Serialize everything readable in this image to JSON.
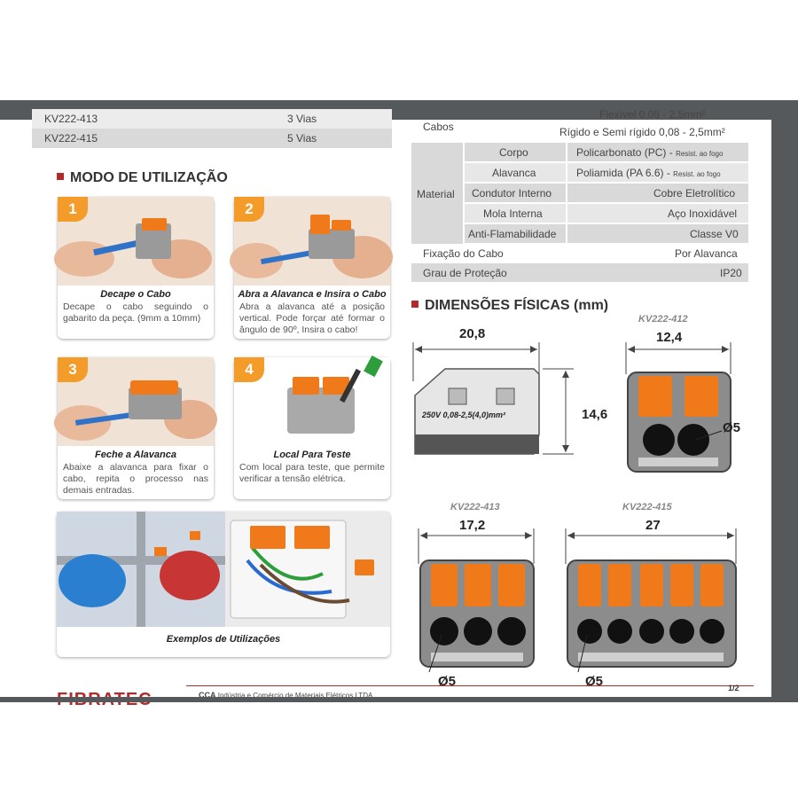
{
  "models": [
    {
      "code": "KV222-413",
      "ways": "3 Vias"
    },
    {
      "code": "KV222-415",
      "ways": "5 Vias"
    }
  ],
  "usage": {
    "title": "MODO DE UTILIZAÇÃO",
    "steps": [
      {
        "num": "1",
        "title": "Decape o Cabo",
        "text": "Decape o cabo seguindo o gabarito da peça. (9mm a 10mm)"
      },
      {
        "num": "2",
        "title": "Abra a Alavanca e Insira o Cabo",
        "text": "Abra a alavanca até a posição vertical. Pode forçar até formar o ângulo de 90º, Insira o cabo!"
      },
      {
        "num": "3",
        "title": "Feche a Alavanca",
        "text": "Abaixe a alavanca para fixar o cabo, repita o processo nas demais entradas."
      },
      {
        "num": "4",
        "title": "Local Para Teste",
        "text": "Com local para teste, que permite verificar a tensão elétrica."
      }
    ],
    "examples_title": "Exemplos de Utilizações"
  },
  "spec": {
    "cabos_label": "Cabos",
    "cabos_flex": "Flexível 0,08 - 2,5mm²",
    "cabos_rigid": "Rígido e Semi rígido 0,08 - 2,5mm²",
    "material_label": "Material",
    "material_rows": [
      {
        "label": "Corpo",
        "value": "Policarbonato (PC) -",
        "note": "Resist. ao fogo"
      },
      {
        "label": "Alavanca",
        "value": "Poliamida (PA 6.6) -",
        "note": "Resist. ao fogo"
      },
      {
        "label": "Condutor Interno",
        "value": "Cobre Eletrolítico",
        "note": ""
      },
      {
        "label": "Mola Interna",
        "value": "Aço Inoxidável",
        "note": ""
      },
      {
        "label": "Anti-Flamabilidade",
        "value": "Classe V0",
        "note": ""
      }
    ],
    "fixacao_label": "Fixação do Cabo",
    "fixacao_value": "Por Alavanca",
    "protecao_label": "Grau de Proteção",
    "protecao_value": "IP20"
  },
  "dims": {
    "title": "DIMENSÕES FÍSICAS (mm)",
    "side_width": "20,8",
    "side_height": "14,6",
    "side_marking": "250V 0,08-2,5(4,0)mm²",
    "m412_label": "KV222-412",
    "m412_width": "12,4",
    "m412_hole": "Ø5",
    "m413_label": "KV222-413",
    "m413_width": "17,2",
    "m413_hole": "Ø5",
    "m415_label": "KV222-415",
    "m415_width": "27",
    "m415_hole": "Ø5"
  },
  "footer": {
    "brand": "FIBRATEC",
    "company_prefix": "CCA",
    "company": " Indústria e Comércio de Materiais Elétricos LTDA",
    "page": "1/2"
  },
  "colors": {
    "accent": "#b32a2a",
    "step": "#f39c2a",
    "lever": "#f07a1a",
    "frame": "#56595c"
  }
}
